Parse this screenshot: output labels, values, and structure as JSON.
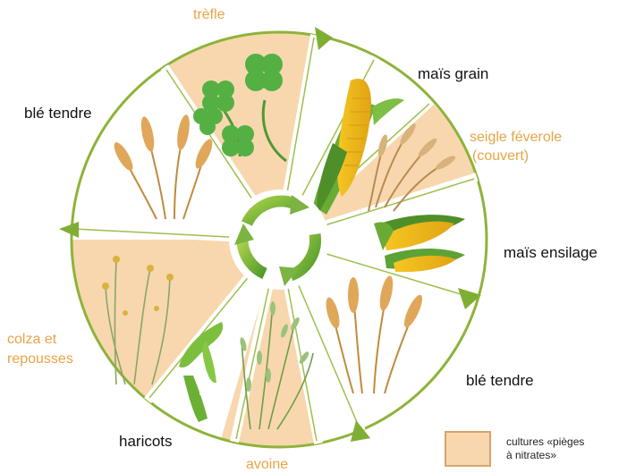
{
  "diagram": {
    "crops": [
      {
        "id": "trefle",
        "label": "trèfle",
        "catch_crop": true,
        "icon": "clover-icon"
      },
      {
        "id": "mais-grain",
        "label": "maïs grain",
        "catch_crop": false,
        "icon": "corn-cob-icon"
      },
      {
        "id": "seigle",
        "label": "seigle féverole",
        "label2": "(couvert)",
        "catch_crop": true,
        "icon": "rye-icon"
      },
      {
        "id": "mais-ensilage",
        "label": "maïs ensilage",
        "catch_crop": false,
        "icon": "corn-ears-icon"
      },
      {
        "id": "ble-tendre-2",
        "label": "blé tendre",
        "catch_crop": false,
        "icon": "wheat-icon"
      },
      {
        "id": "avoine",
        "label": "avoine",
        "catch_crop": true,
        "icon": "oat-icon"
      },
      {
        "id": "haricots",
        "label": "haricots",
        "catch_crop": false,
        "icon": "bean-pod-icon"
      },
      {
        "id": "colza",
        "label": "colza et",
        "label2": "repousses",
        "catch_crop": true,
        "icon": "rapeseed-icon"
      },
      {
        "id": "ble-tendre-1",
        "label": "blé tendre",
        "catch_crop": false,
        "icon": "wheat-icon"
      }
    ],
    "legend": {
      "line1": "cultures «pièges",
      "line2": "à nitrates»"
    },
    "colors": {
      "catch_fill": "#f8d7ae",
      "ring": "#8db33a",
      "center_arrows": "#7cb342",
      "orange_text": "#e8a445"
    }
  }
}
